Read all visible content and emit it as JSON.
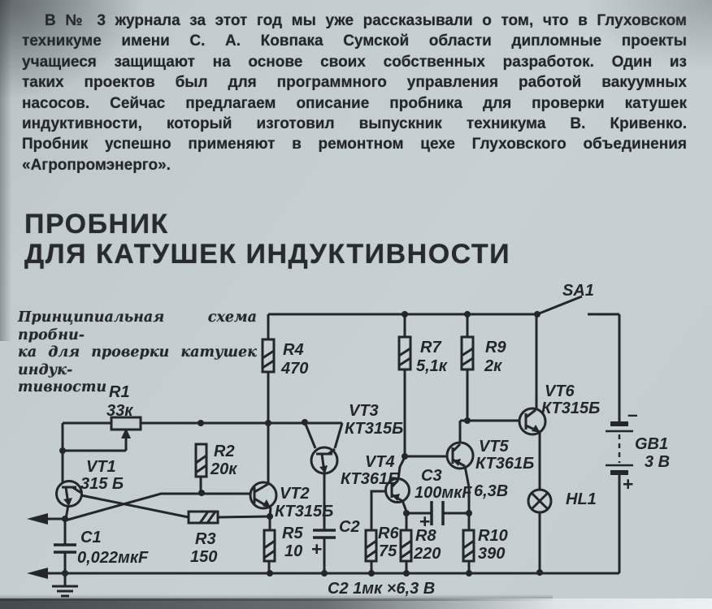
{
  "intro": {
    "lines": [
      "В №  3 журнала за этот год мы уже рассказывали о том, что в Глуховском",
      "техникуме имени  С. А. Ковпака  Сумской  области  дипломные  проекты",
      "учащиеся защищают на основе своих собственных разработок. Один из",
      "таких проектов был для программного управления работой вакуумных",
      "насосов. Сейчас предлагаем описание пробника для проверки катушек",
      "индуктивности,  который  изготовил  выпускник  техникума  В.  Кривенко.",
      "Пробник успешно применяют в ремонтном цехе Глуховского объединения",
      "«Агропромэнерго»."
    ]
  },
  "title": {
    "line1": "ПРОБНИК",
    "line2": "ДЛЯ КАТУШЕК ИНДУКТИВНОСТИ"
  },
  "caption": {
    "line1": "Принципиальная схема пробни-",
    "line2": "ка для проверки катушек индук-",
    "line3": "тивности"
  },
  "note": "С2 1мк ×6,3 В",
  "sch": {
    "sa1": "SA1",
    "gb1": "GB1",
    "gb1v": "3 В",
    "minus": "–",
    "plus": "+",
    "hl1": "HL1",
    "r1": "R1",
    "r1v": "33к",
    "r2": "R2",
    "r2v": "20к",
    "r3": "R3",
    "r3v": "150",
    "r4": "R4",
    "r4v": "470",
    "r5": "R5",
    "r5v": "10",
    "r6": "R6",
    "r6v": "75",
    "r7": "R7",
    "r7v": "5,1к",
    "r8": "R8",
    "r8v": "220",
    "r9": "R9",
    "r9v": "2к",
    "r10": "R10",
    "r10v": "390",
    "c1": "С1",
    "c1v": "0,022мкF",
    "c2": "С2",
    "c2plus": "+",
    "c3": "С3",
    "c3v": "100мкF",
    "c3u": "6,3В",
    "c3plus": "+",
    "vt1": "VT1",
    "vt1t": "315 Б",
    "vt2": "VT2",
    "vt2t": "КТ315Б",
    "vt3": "VT3",
    "vt3t": "КТ315Б",
    "vt4": "VT4",
    "vt4t": "КТ361Б",
    "vt5": "VT5",
    "vt5t": "КТ361Б",
    "vt6": "VT6",
    "vt6t": "КТ315Б"
  }
}
